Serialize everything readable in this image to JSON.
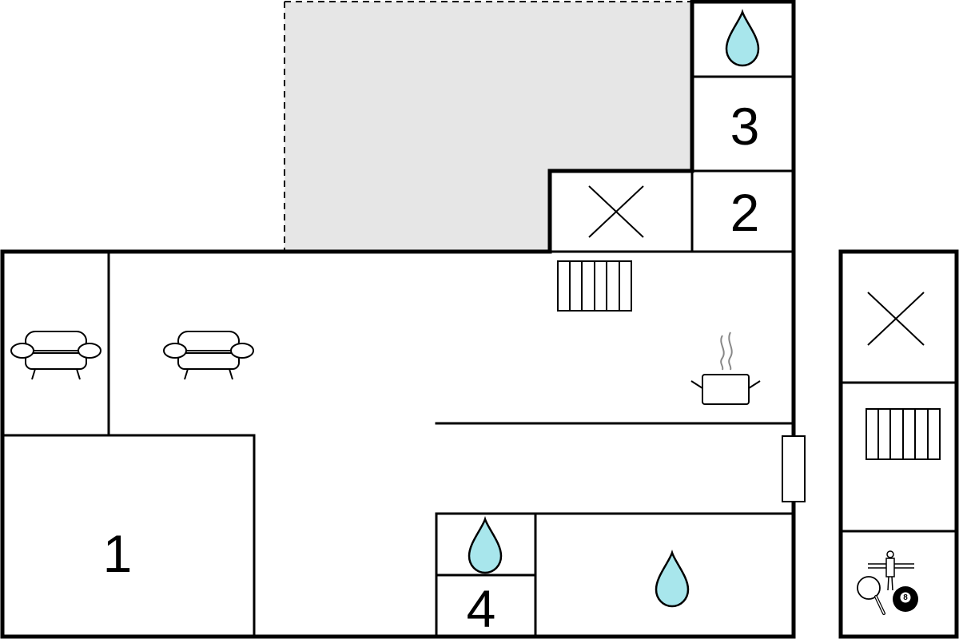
{
  "colors": {
    "water_fill": "#a8e6ec",
    "terrace_fill": "#e6e6e6",
    "walls": "#000000",
    "steam": "#888888"
  },
  "rooms": {
    "room_1": "1",
    "room_2": "2",
    "room_3": "3",
    "room_4": "4"
  },
  "icons": [
    "water-drop-icon",
    "cross-mark-icon",
    "radiator-icon",
    "sofa-icon",
    "cooking-pot-icon",
    "table-tennis-icon",
    "table-football-icon",
    "billiard-ball-icon"
  ],
  "billiard_ball": "8"
}
